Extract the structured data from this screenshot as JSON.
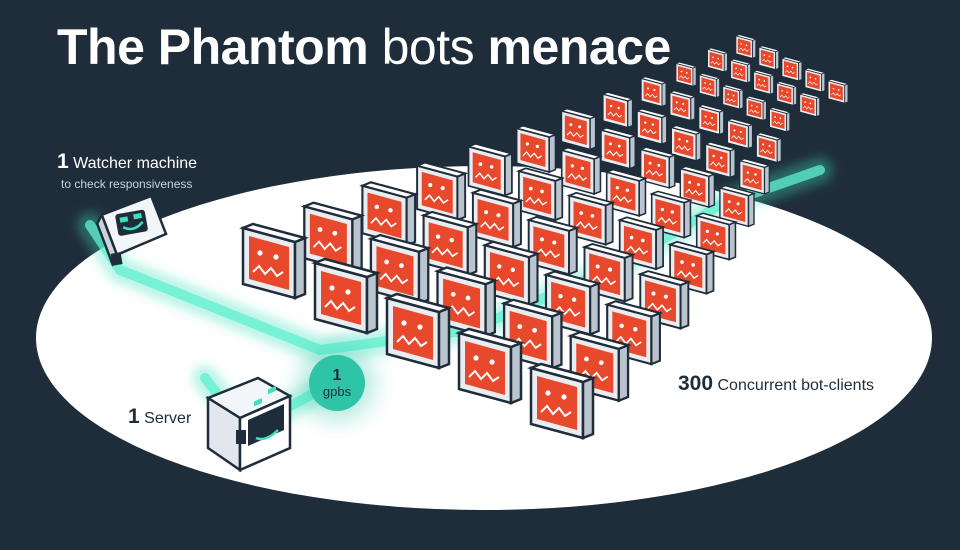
{
  "title": {
    "part1": "The Phantom",
    "part2": "bots",
    "part3": "menace"
  },
  "watcher": {
    "count": "1",
    "label": "Watcher machine",
    "sublabel": "to check responsiveness"
  },
  "server": {
    "count": "1",
    "label": "Server"
  },
  "bandwidth": {
    "value": "1",
    "unit": "gpbs"
  },
  "clients": {
    "count": "300",
    "label": "Concurrent bot-clients"
  },
  "colors": {
    "background": "#1f2d3a",
    "platform": "#ffffff",
    "beam": "#3fe0bd",
    "screen": "#e8492c",
    "monitor_frame": "#e9edf2"
  },
  "icons": [
    "watcher-robot-icon",
    "server-robot-icon",
    "bot-monitor-icon"
  ]
}
